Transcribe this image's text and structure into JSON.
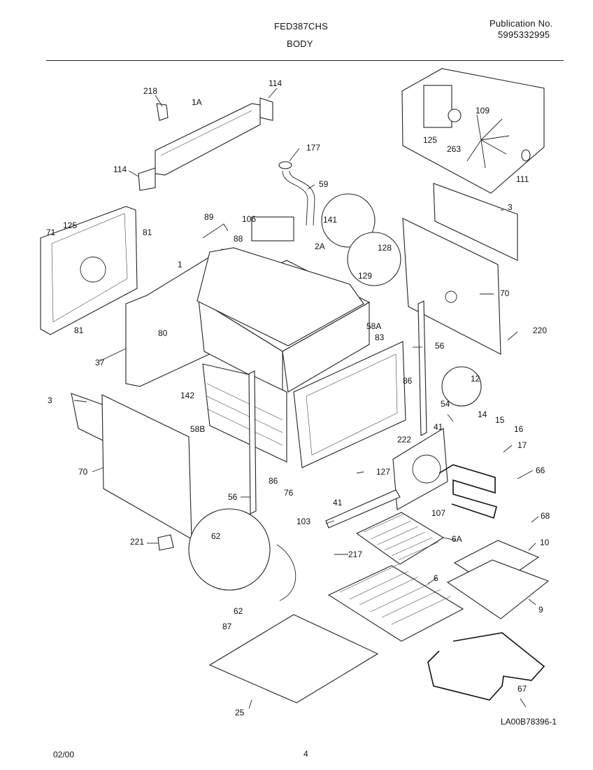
{
  "header": {
    "model": "FED387CHS",
    "section": "BODY",
    "publication_label": "Publication No.",
    "publication_number": "5995332995"
  },
  "footer": {
    "date": "02/00",
    "page": "4",
    "drawing_id": "LA00B78396-1"
  },
  "part_labels": [
    "218",
    "1A",
    "114",
    "114",
    "177",
    "59",
    "125",
    "109",
    "263",
    "111",
    "71",
    "125",
    "81",
    "89",
    "106",
    "141",
    "88",
    "2A",
    "128",
    "129",
    "3",
    "70",
    "1",
    "80",
    "81",
    "37",
    "58A",
    "83",
    "220",
    "56",
    "86",
    "12",
    "142",
    "3",
    "58B",
    "54",
    "14",
    "15",
    "16",
    "17",
    "41",
    "222",
    "70",
    "86",
    "127",
    "66",
    "56",
    "76",
    "41",
    "107",
    "68",
    "103",
    "6A",
    "62",
    "221",
    "217",
    "10",
    "6",
    "62",
    "87",
    "9",
    "67",
    "25"
  ]
}
